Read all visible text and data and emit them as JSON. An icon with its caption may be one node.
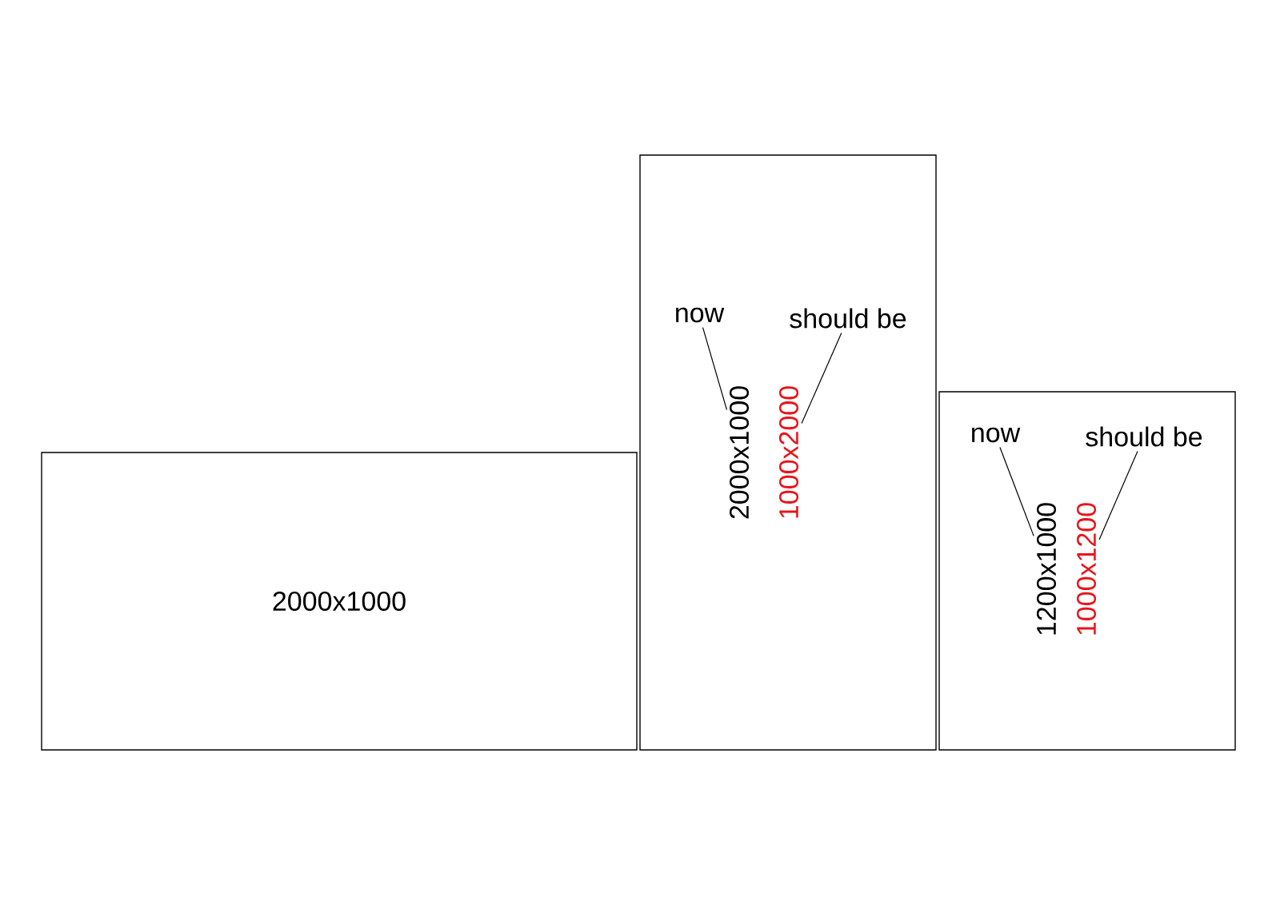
{
  "diagram": {
    "nodes": [
      {
        "text": [
          "2000x1000"
        ]
      },
      {
        "text": [],
        "shape": "box"
      },
      {
        "text": [
          "now"
        ],
        "in": 1
      },
      {
        "text": [
          "should be"
        ],
        "in": 1
      },
      {
        "text": [
          "2000x1000"
        ],
        "in": 1
      },
      {
        "text": [
          "1000x2000"
        ],
        "in": 1
      },
      {
        "text": [],
        "shape": "box"
      },
      {
        "text": [
          "now"
        ],
        "in": 6
      },
      {
        "text": [
          "should be"
        ],
        "in": 6
      },
      {
        "text": [
          "1200x1000"
        ],
        "in": 6
      },
      {
        "text": [
          "1000x1200"
        ],
        "in": 6
      }
    ],
    "edges": [
      {
        "from": 2,
        "to": 4,
        "arrow": "none"
      },
      {
        "from": 3,
        "to": 5,
        "arrow": "none"
      },
      {
        "from": 7,
        "to": 9,
        "arrow": "none"
      },
      {
        "from": 8,
        "to": 10,
        "arrow": "none"
      }
    ]
  }
}
